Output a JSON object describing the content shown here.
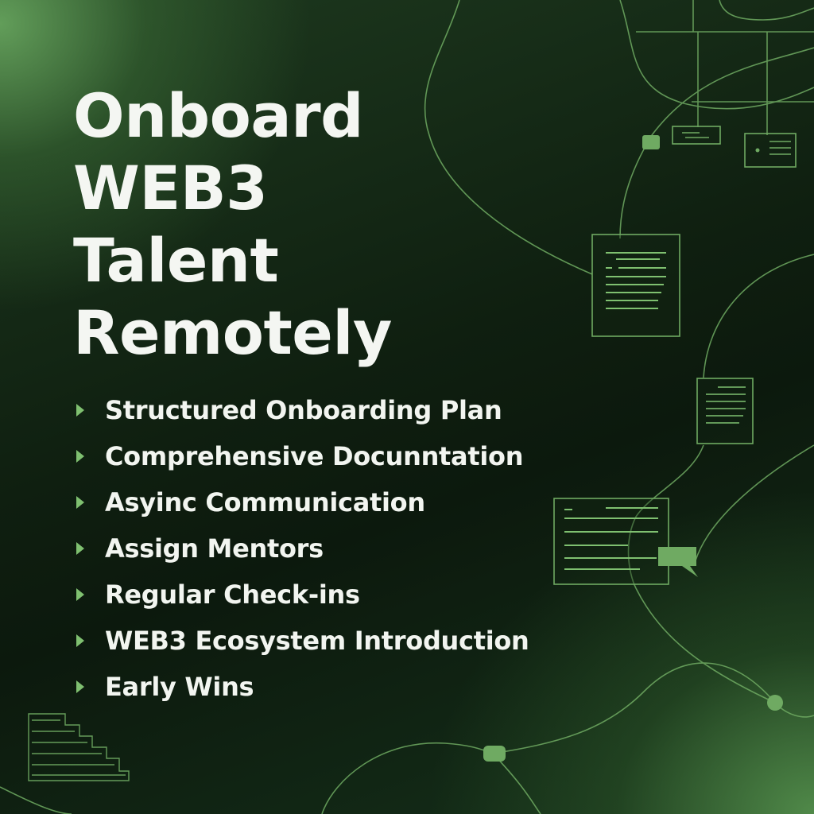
{
  "headline": {
    "line1": "Onboard",
    "line2": "WEB3",
    "line3": "Talent",
    "line4": "Remotely"
  },
  "bullets": [
    "Structured Onboarding Plan",
    "Comprehensive Docunntation",
    "Asyinc Communication",
    "Assign Mentors",
    "Regular Check-ins",
    "WEB3 Ecosystem Introduction",
    "Early Wins"
  ],
  "colors": {
    "accent": "#7fc070",
    "line": "#6faa62",
    "text": "#f2f5f0",
    "background": "#0f1f10"
  },
  "icons": {
    "bullet": "triangle-right-icon",
    "document": "document-icon",
    "chat": "chat-bubble-icon",
    "node": "node-dot-icon"
  }
}
